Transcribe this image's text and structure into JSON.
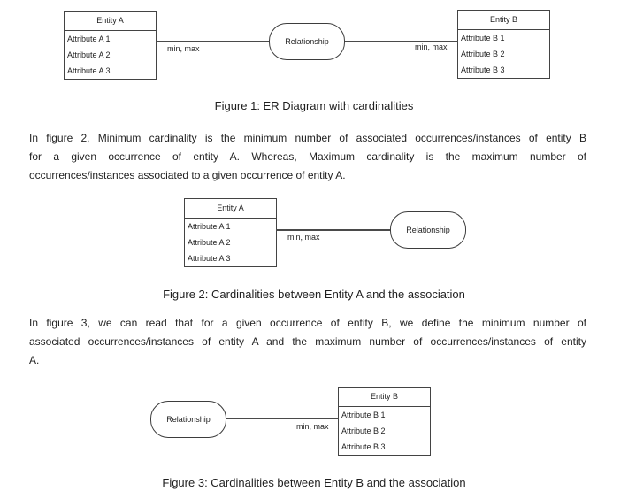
{
  "colors": {
    "background": "#ffffff",
    "text": "#1f1f1f",
    "diagram_line": "#4a4a4a"
  },
  "figures": {
    "fig1": {
      "caption": "Figure 1: ER Diagram with cardinalities",
      "entity_a": {
        "title": "Entity A",
        "attributes": [
          "Attribute A 1",
          "Attribute A 2",
          "Attribute A 3"
        ]
      },
      "entity_b": {
        "title": "Entity B",
        "attributes": [
          "Attribute B 1",
          "Attribute B 2",
          "Attribute B 3"
        ]
      },
      "relationship_label": "Relationship",
      "cardinality_left": "min, max",
      "cardinality_right": "min, max"
    },
    "fig2": {
      "caption": "Figure 2: Cardinalities between Entity A and the association",
      "entity_a": {
        "title": "Entity A",
        "attributes": [
          "Attribute A 1",
          "Attribute A 2",
          "Attribute A 3"
        ]
      },
      "relationship_label": "Relationship",
      "cardinality": "min, max"
    },
    "fig3": {
      "caption": "Figure 3: Cardinalities between Entity B and the association",
      "entity_b": {
        "title": "Entity B",
        "attributes": [
          "Attribute B 1",
          "Attribute B 2",
          "Attribute B 3"
        ]
      },
      "relationship_label": "Relationship",
      "cardinality": "min, max"
    }
  },
  "paragraphs": {
    "p1": {
      "lines": [
        "In figure 2, Minimum cardinality is the minimum number of associated occurrences/instances of entity B",
        "for a given occurrence of entity A. Whereas, Maximum cardinality is the maximum number of",
        "occurrences/instances associated to a given occurrence of entity A."
      ]
    },
    "p2": {
      "lines": [
        "In figure 3, we can read that for a given occurrence of entity B, we define the minimum number of",
        "associated occurrences/instances of entity A and the maximum number of occurrences/instances of entity",
        "A."
      ]
    }
  }
}
